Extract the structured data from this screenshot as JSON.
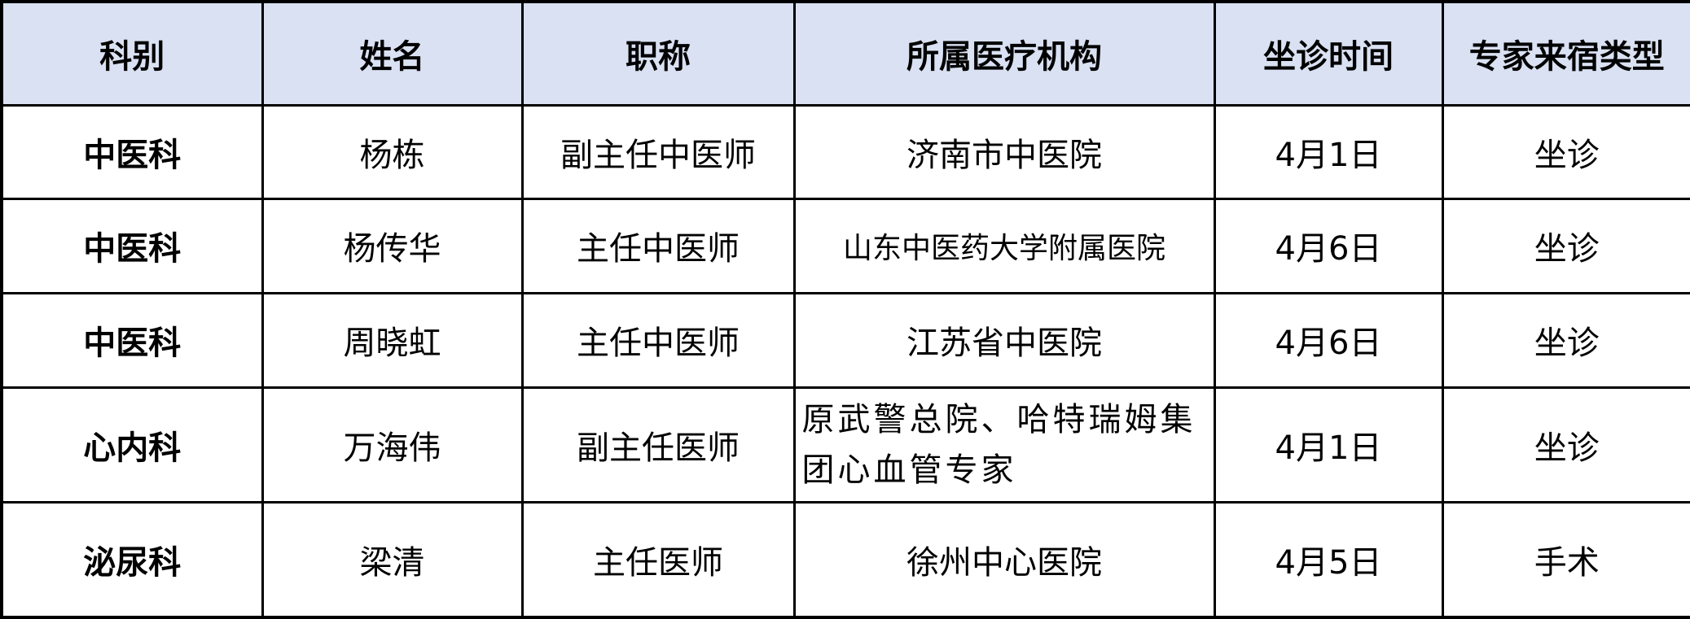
{
  "table": {
    "header_bg": "#D9E1F2",
    "border_color": "#000000",
    "columns": [
      "科别",
      "姓名",
      "职称",
      "所属医疗机构",
      "坐诊时间",
      "专家来宿类型"
    ],
    "rows": [
      {
        "dept": "中医科",
        "name": "杨栋",
        "title": "副主任中医师",
        "institution": "济南市中医院",
        "date": "4月1日",
        "type": "坐诊"
      },
      {
        "dept": "中医科",
        "name": "杨传华",
        "title": "主任中医师",
        "institution": "山东中医药大学附属医院",
        "date": "4月6日",
        "type": "坐诊"
      },
      {
        "dept": "中医科",
        "name": "周晓虹",
        "title": "主任中医师",
        "institution": "江苏省中医院",
        "date": "4月6日",
        "type": "坐诊"
      },
      {
        "dept": "心内科",
        "name": "万海伟",
        "title": "副主任医师",
        "institution": "原武警总院、哈特瑞姆集团心血管专家",
        "date": "4月1日",
        "type": "坐诊"
      },
      {
        "dept": "泌尿科",
        "name": "梁清",
        "title": "主任医师",
        "institution": "徐州中心医院",
        "date": "4月5日",
        "type": "手术"
      }
    ]
  }
}
